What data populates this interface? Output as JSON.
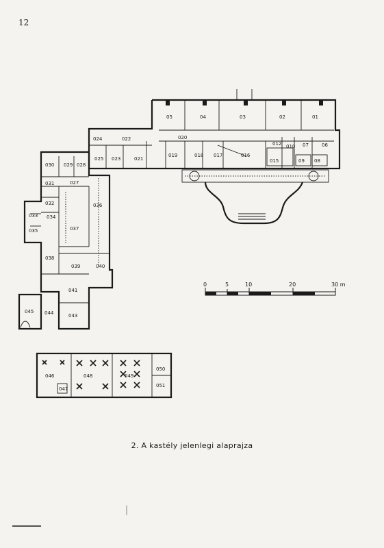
{
  "page": {
    "number": "12",
    "caption": "2. A kastély jelenlegi alaprajza"
  },
  "scale_bar": {
    "tick_0": "0",
    "tick_5": "5",
    "tick_10": "10",
    "tick_20": "20",
    "tick_30": "30 m"
  },
  "rooms": {
    "r01": "01",
    "r02": "02",
    "r03": "03",
    "r04": "04",
    "r05": "05",
    "r06": "06",
    "r07": "07",
    "r08": "08",
    "r09": "09",
    "r010": "010",
    "r012": "012",
    "r015": "015",
    "r016": "016",
    "r017": "017",
    "r018": "018",
    "r019": "019",
    "r020": "020",
    "r021": "021",
    "r022": "022",
    "r023": "023",
    "r024": "024",
    "r025": "025",
    "r027": "027",
    "r028": "028",
    "r029": "029",
    "r030": "030",
    "r031": "031",
    "r032": "032",
    "r033": "033",
    "r034": "034",
    "r035": "035",
    "r036": "036",
    "r037": "037",
    "r038": "038",
    "r039": "039",
    "r040": "040",
    "r041": "041",
    "r043": "043",
    "r044": "044",
    "r045": "045",
    "r046": "046",
    "r047": "047",
    "r048": "048",
    "r049": "049",
    "r050": "050",
    "r051": "051"
  }
}
